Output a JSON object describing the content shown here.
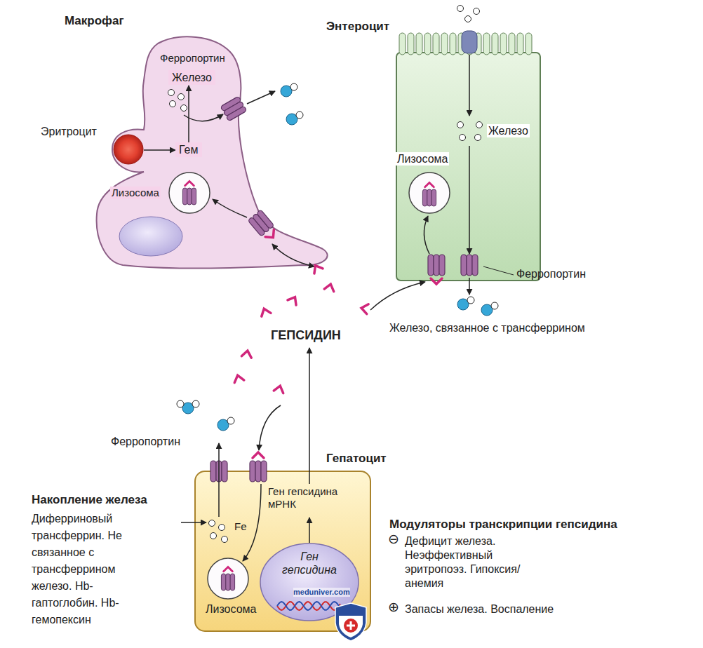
{
  "diagram": {
    "nodes": [
      {
        "text": [
          "Макрофаг"
        ]
      },
      {
        "text": [
          "Эритроцит"
        ]
      },
      {
        "text": [
          "Гем"
        ],
        "in": 0
      },
      {
        "text": [
          "Железо"
        ],
        "in": 0
      },
      {
        "text": [
          "Лизосома"
        ],
        "in": 0
      },
      {
        "text": [
          "Энтероцит"
        ]
      },
      {
        "text": [
          "Железо"
        ],
        "in": 5
      },
      {
        "text": [
          "Лизосома"
        ],
        "in": 5
      },
      {
        "text": [
          "Ферропортин"
        ],
        "in": 5
      },
      {
        "text": [
          "Гепатоцит"
        ]
      },
      {
        "text": [
          "Ген гепсидина"
        ],
        "in": 9
      },
      {
        "text": [
          "Лизосома"
        ],
        "in": 9
      }
    ],
    "edges": [
      {
        "from": 1,
        "to": 2,
        "arrow": "to"
      },
      {
        "from": 2,
        "to": 3,
        "arrow": "to"
      },
      {
        "from": 6,
        "to": 8,
        "arrow": "to"
      }
    ],
    "labels": [
      "Ферропортин",
      "ГЕПСИДИН",
      "Железо, связанное с трансферрином",
      "Ферропортин",
      "Ген гепсидина мРНК",
      "Fe",
      "Накопление железа",
      "Диферриновый трансферрин. Не связанное с трансферрином железо. Hb-гаптоглобин. Hb-гемопексин",
      "Модуляторы транскрипции гепсидина",
      "⊖",
      "Дефицит железа. Неэффективный эритропоэз. Гипоксия/анемия",
      "⊕",
      "Запасы железа. Воспаление",
      "meduniver.com"
    ]
  }
}
